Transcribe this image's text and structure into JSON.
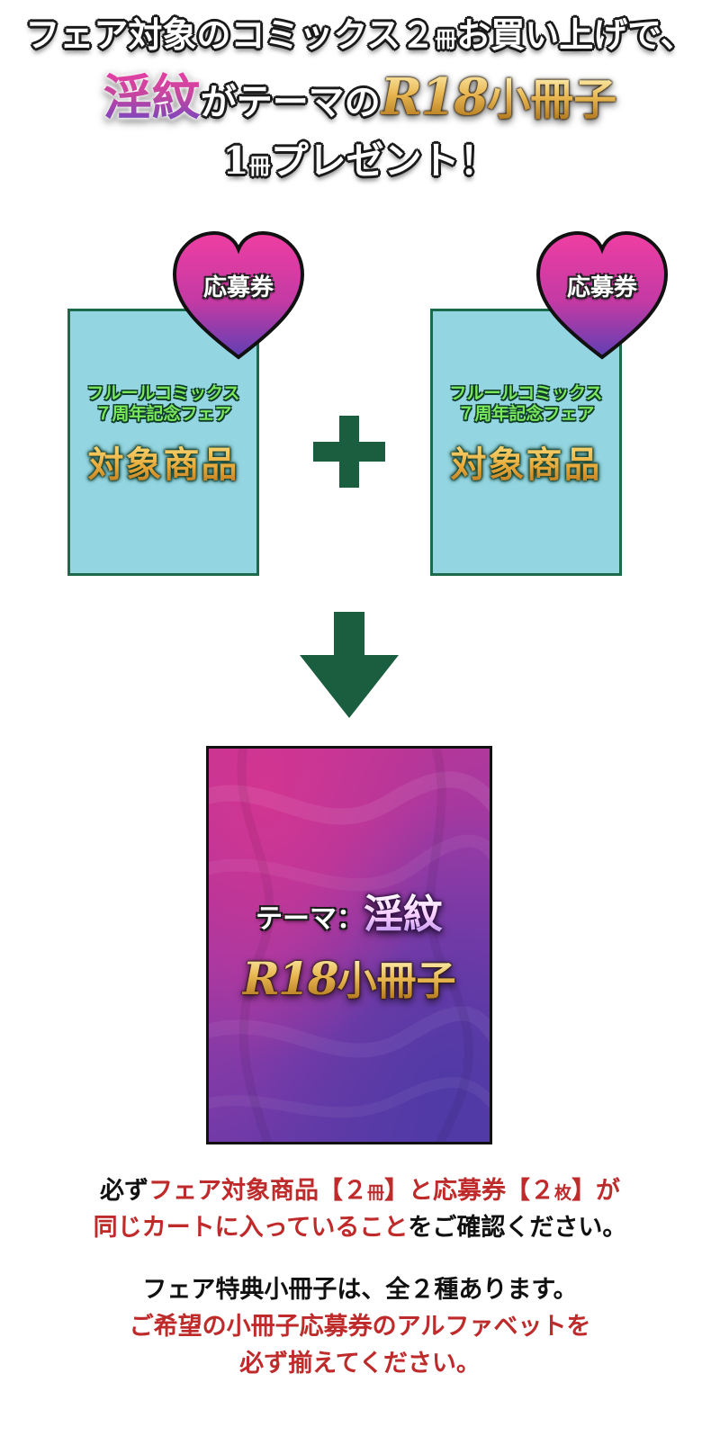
{
  "header": {
    "line1_a": "フェア対象のコミックス２",
    "line1_unit": "冊",
    "line1_b": "お買い上げで、",
    "line2_theme": "淫紋",
    "line2_mid": "がテーマの",
    "line2_r18": "R18",
    "line2_booklet": "小冊子",
    "line3_num": "1",
    "line3_unit": "冊",
    "line3_rest": "プレゼント！"
  },
  "products": [
    {
      "heart_label": "応募券",
      "line1": "フルールコミックス",
      "line2": "７周年記念フェア",
      "main": "対象商品"
    },
    {
      "heart_label": "応募券",
      "line1": "フルールコミックス",
      "line2": "７周年記念フェア",
      "main": "対象商品"
    }
  ],
  "booklet": {
    "theme_label": "テーマ：",
    "theme_name": "淫紋",
    "r18": "R18",
    "booklet_label": "小冊子"
  },
  "notes": {
    "n1_a": "必ず",
    "n1_b": "フェア対象商品【２",
    "n1_c": "冊",
    "n1_d": "】と応募券【２",
    "n1_e": "枚",
    "n1_f": "】が",
    "n1_g": "同じカートに入っていること",
    "n1_h": "をご確認ください。",
    "n2_a": "フェア特典小冊子は、全２種あります。",
    "n2_b": "ご希望の小冊子応募券のアルファベットを",
    "n2_c": "必ず揃えてください。"
  },
  "colors": {
    "box_fill": "#93d5e1",
    "box_border": "#1b6a4b",
    "arrow_green": "#1b5e3f",
    "note_red": "#bf2a2a",
    "heart_top": "#e83ea3",
    "heart_bottom": "#6a3fb4"
  },
  "icons": [
    "heart-icon",
    "plus-icon",
    "down-arrow-icon"
  ]
}
